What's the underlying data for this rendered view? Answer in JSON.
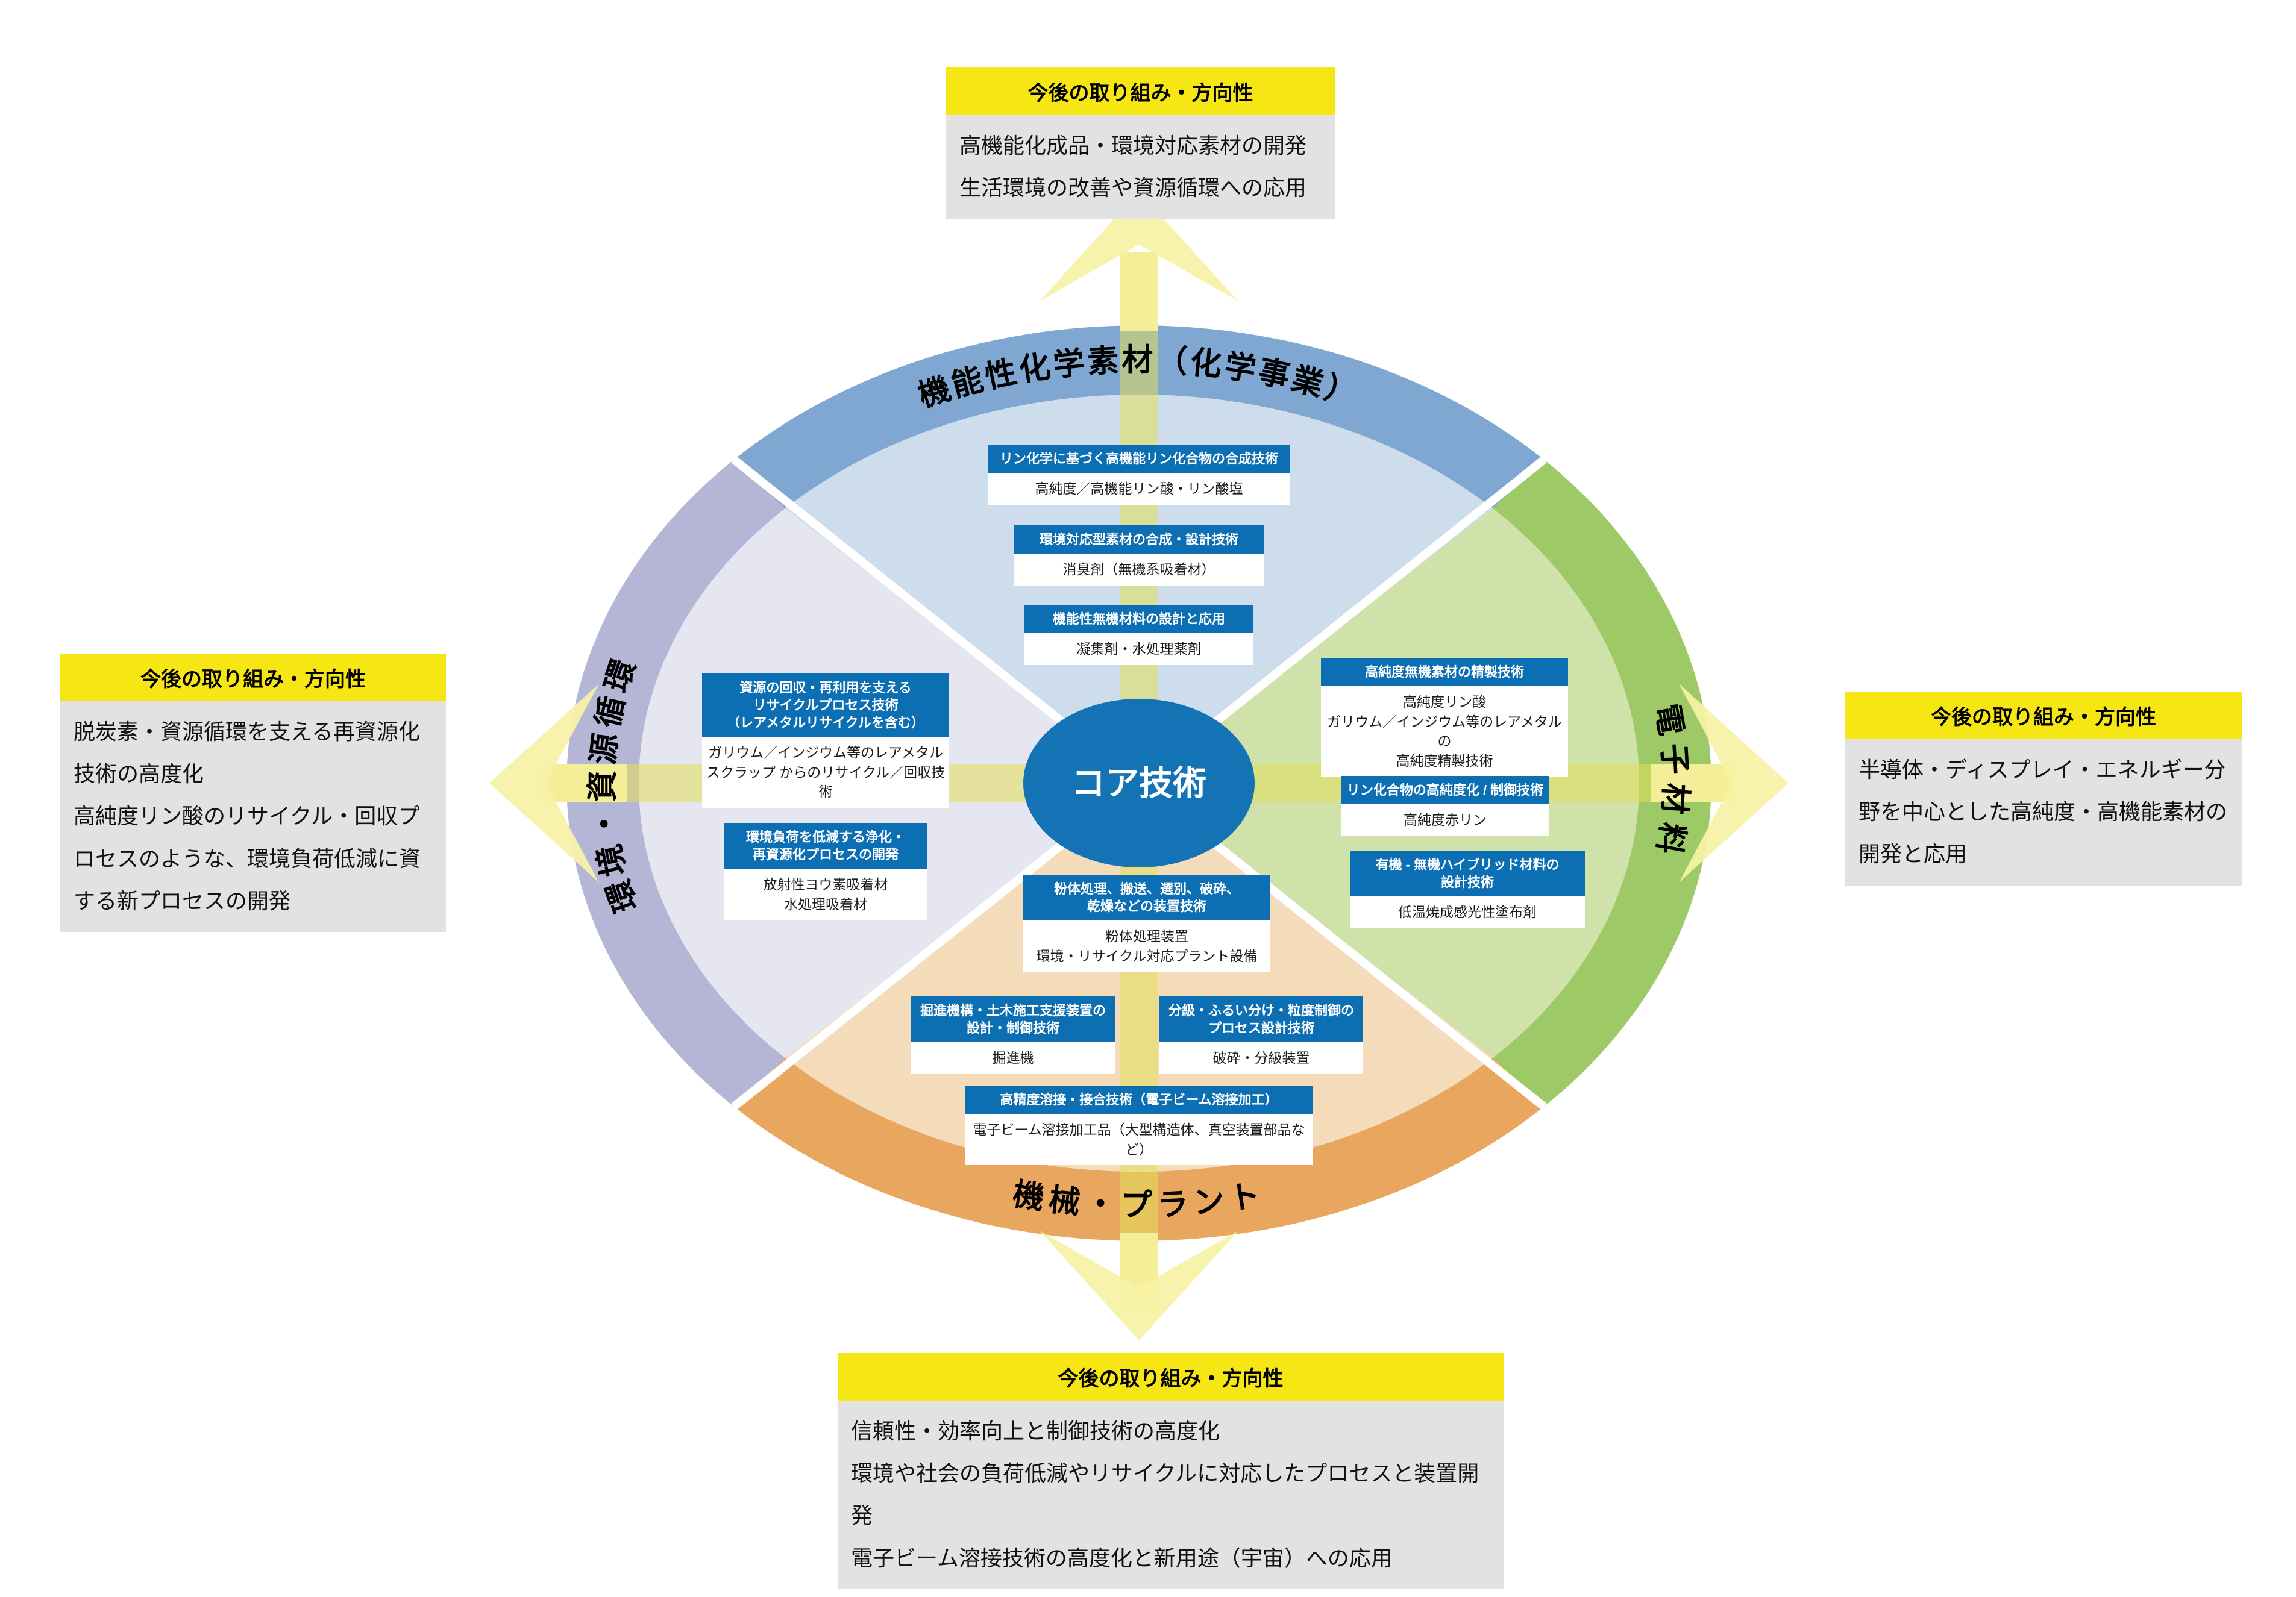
{
  "center": {
    "label": "コア技術"
  },
  "colors": {
    "core_blue": "#1473b4",
    "tech_header_blue": "#0d6fb3",
    "chemical_band": "#7fa7d1",
    "chemical_inner": "#cdddec",
    "electronic_band": "#9dc967",
    "electronic_inner": "#cfe2a9",
    "machinery_band": "#e8a65f",
    "machinery_inner": "#f4dcbb",
    "environment_band": "#b5b5d6",
    "environment_inner": "#e6e6f1",
    "future_header_yellow": "#f5e614",
    "future_body_gray": "#e2e2e2",
    "arrow_yellow": "#f7f1a2"
  },
  "quadrants": {
    "chemical": {
      "label": "機能性化学素材（化学事業）",
      "boxes": [
        {
          "title": "リン化学に基づく高機能リン化合物の合成技術",
          "body": "高純度／高機能リン酸・リン酸塩"
        },
        {
          "title": "環境対応型素材の合成・設計技術",
          "body": "消臭剤（無機系吸着材）"
        },
        {
          "title": "機能性無機材料の設計と応用",
          "body": "凝集剤・水処理薬剤"
        }
      ]
    },
    "environment": {
      "label": "環境・資源循環",
      "boxes": [
        {
          "title": "資源の回収・再利用を支える\nリサイクルプロセス技術\n（レアメタルリサイクルを含む）",
          "body": "ガリウム／インジウム等のレアメタル\nスクラップ からのリサイクル／回収技術"
        },
        {
          "title": "環境負荷を低減する浄化・\n再資源化プロセスの開発",
          "body": "放射性ヨウ素吸着材\n水処理吸着材"
        }
      ]
    },
    "electronic": {
      "label": "電子材料",
      "boxes": [
        {
          "title": "高純度無機素材の精製技術",
          "body": "高純度リン酸\nガリウム／インジウム等のレアメタルの\n高純度精製技術"
        },
        {
          "title": "リン化合物の高純度化 / 制御技術",
          "body": "高純度赤リン"
        },
        {
          "title": "有機 - 無機ハイブリッド材料の\n設計技術",
          "body": "低温焼成感光性塗布剤"
        }
      ]
    },
    "machinery": {
      "label": "機械・プラント",
      "boxes": [
        {
          "title": "粉体処理、搬送、選別、破砕、\n乾燥などの装置技術",
          "body": "粉体処理装置\n環境・リサイクル対応プラント設備"
        },
        {
          "title": "掘進機構・土木施工支援装置の\n設計・制御技術",
          "body": "掘進機"
        },
        {
          "title": "分級・ふるい分け・粒度制御の\nプロセス設計技術",
          "body": "破砕・分級装置"
        },
        {
          "title": "高精度溶接・接合技術（電子ビーム溶接加工）",
          "body": "電子ビーム溶接加工品（大型構造体、真空装置部品など）"
        }
      ]
    }
  },
  "future": {
    "heading": "今後の取り組み・方向性",
    "top": {
      "lines": [
        "高機能化成品・環境対応素材の開発",
        "生活環境の改善や資源循環への応用"
      ]
    },
    "left": {
      "lines": [
        "脱炭素・資源循環を支える再資源化技術の高度化",
        "高純度リン酸のリサイクル・回収プロセスのような、環境負荷低減に資する新プロセスの開発"
      ]
    },
    "right": {
      "lines": [
        "半導体・ディスプレイ・エネルギー分野を中心とした高純度・高機能素材の開発と応用"
      ]
    },
    "bottom": {
      "lines": [
        "信頼性・効率向上と制御技術の高度化",
        "環境や社会の負荷低減やリサイクルに対応したプロセスと装置開発",
        "電子ビーム溶接技術の高度化と新用途（宇宙）への応用"
      ]
    }
  }
}
